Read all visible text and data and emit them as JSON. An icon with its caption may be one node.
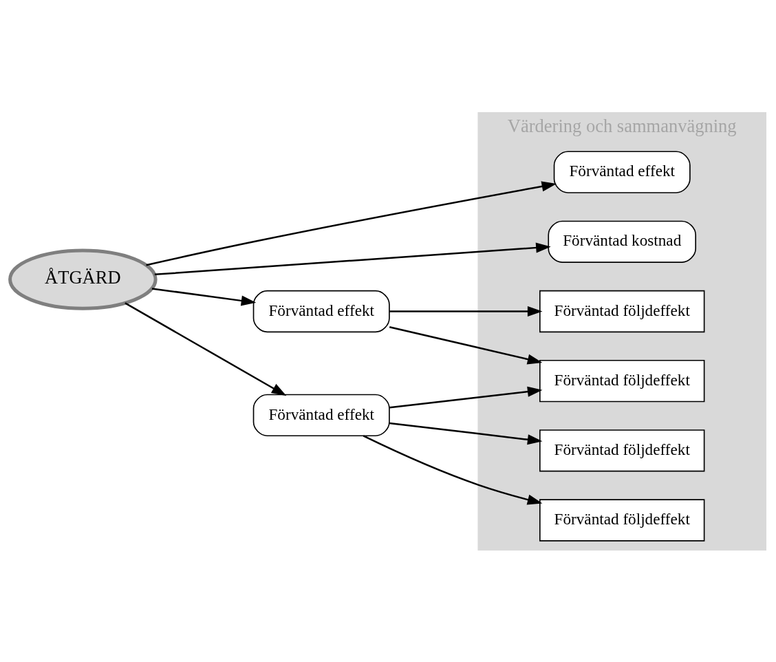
{
  "diagram": {
    "nodes": [
      {
        "text": [
          "Värdering och sammanvägning"
        ]
      },
      {
        "text": [
          "ÅTGÄRD"
        ]
      },
      {
        "text": [
          "Förväntad effekt"
        ]
      },
      {
        "text": [
          "Förväntad effekt"
        ]
      },
      {
        "text": [
          "Förväntad effekt"
        ],
        "in": 0
      },
      {
        "text": [
          "Förväntad följdeffekt"
        ],
        "in": 0
      },
      {
        "text": [
          "Förväntad följdeffekt"
        ],
        "in": 0
      },
      {
        "text": [
          "Förväntad följdeffekt"
        ],
        "in": 0
      },
      {
        "text": [
          "Förväntad följdeffekt"
        ],
        "in": 0
      },
      {
        "text": [
          "Förväntad kostnad"
        ],
        "in": 0
      }
    ],
    "edges": [
      {
        "from": 1,
        "to": 4,
        "arrow": "to"
      },
      {
        "from": 1,
        "to": 2,
        "arrow": "to"
      },
      {
        "from": 1,
        "to": 3,
        "arrow": "to"
      },
      {
        "from": 1,
        "to": 9,
        "arrow": "to"
      },
      {
        "from": 2,
        "to": 5,
        "arrow": "to"
      },
      {
        "from": 2,
        "to": 6,
        "arrow": "to"
      },
      {
        "from": 3,
        "to": 6,
        "arrow": "to"
      },
      {
        "from": 3,
        "to": 7,
        "arrow": "to"
      },
      {
        "from": 3,
        "to": 8,
        "arrow": "to"
      }
    ]
  }
}
